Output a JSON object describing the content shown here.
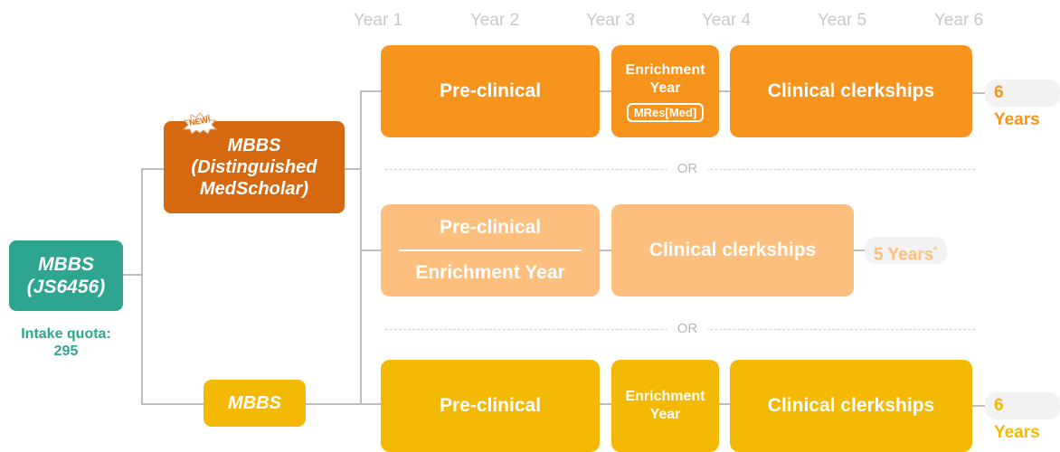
{
  "years": [
    "Year 1",
    "Year 2",
    "Year 3",
    "Year 4",
    "Year 5",
    "Year 6"
  ],
  "root": {
    "title": "MBBS\n(JS6456)",
    "quota_label": "Intake quota:",
    "quota_value": "295"
  },
  "programs": {
    "dms": {
      "badge": "NEW!",
      "title": "MBBS\n(Distinguished\nMedScholar)"
    },
    "mbbs": {
      "title": "MBBS"
    }
  },
  "tracks": [
    {
      "preclinical": "Pre-clinical",
      "enrichment": "Enrichment\nYear",
      "enrichment_tag": "MRes[Med]",
      "clinical": "Clinical clerkships",
      "duration": "6 Years"
    },
    {
      "preclinical": "Pre-clinical",
      "enrichment": "Enrichment Year",
      "clinical": "Clinical clerkships",
      "duration": "5 Years",
      "duration_mark": "*"
    },
    {
      "preclinical": "Pre-clinical",
      "enrichment": "Enrichment\nYear",
      "clinical": "Clinical clerkships",
      "duration": "6 Years"
    }
  ],
  "separator": "OR",
  "colors": {
    "track1": "#f7941d",
    "track2": "#fdbf7e",
    "track3": "#f4b905",
    "dms": "#d6690f",
    "root": "#2ea68f",
    "duration_track1": "#f7941d",
    "duration_track2": "#fdbf7e",
    "duration_track3": "#f4b905"
  }
}
